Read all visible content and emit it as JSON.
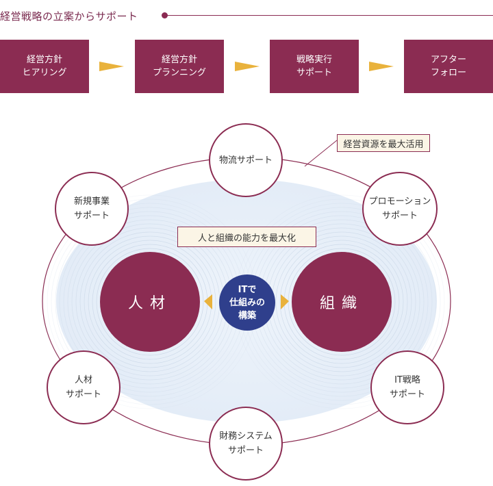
{
  "heading": "経営戦略の立案からサポート",
  "steps": [
    {
      "line1": "経営方針",
      "line2": "ヒアリング"
    },
    {
      "line1": "経営方針",
      "line2": "プランニング"
    },
    {
      "line1": "戦略実行",
      "line2": "サポート"
    },
    {
      "line1": "アフター",
      "line2": "フォロー"
    }
  ],
  "labels": {
    "resources": "経営資源を最大活用",
    "maximize": "人と組織の能力を最大化"
  },
  "core": {
    "left": "人材",
    "right": "組織",
    "center": {
      "line1": "ITで",
      "line2": "仕組みの",
      "line3": "構築"
    }
  },
  "nodes": {
    "logistics": {
      "line1": "物流サポート"
    },
    "new_business": {
      "line1": "新規事業",
      "line2": "サポート"
    },
    "promotion": {
      "line1": "プロモーション",
      "line2": "サポート"
    },
    "hr": {
      "line1": "人材",
      "line2": "サポート"
    },
    "it_strategy": {
      "line1": "IT戦略",
      "line2": "サポート"
    },
    "finance": {
      "line1": "財務システム",
      "line2": "サポート"
    }
  },
  "colors": {
    "primary": "#8b2c52",
    "accent": "#e9b23c",
    "center": "#2f3f8c",
    "ellipse_fill": "#eaf1f9"
  }
}
